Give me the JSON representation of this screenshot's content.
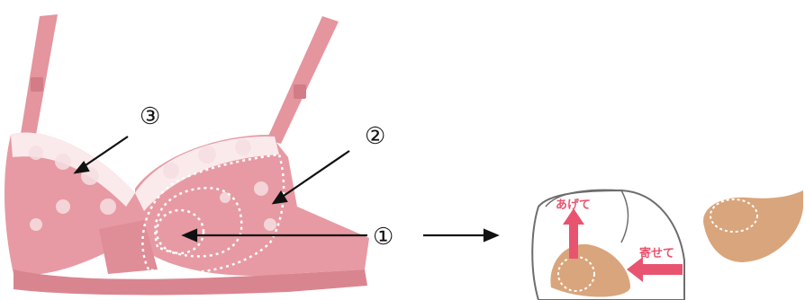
{
  "annotations": {
    "marker_1": "①",
    "marker_2": "②",
    "marker_3": "③"
  },
  "diagram": {
    "lift_label": "あげて",
    "gather_label": "寄せて"
  },
  "colors": {
    "bra_pink": "#e79aa3",
    "lace_white": "#fbeef0",
    "pad_beige": "#d9a57c",
    "arrow_pink": "#e8546f"
  }
}
